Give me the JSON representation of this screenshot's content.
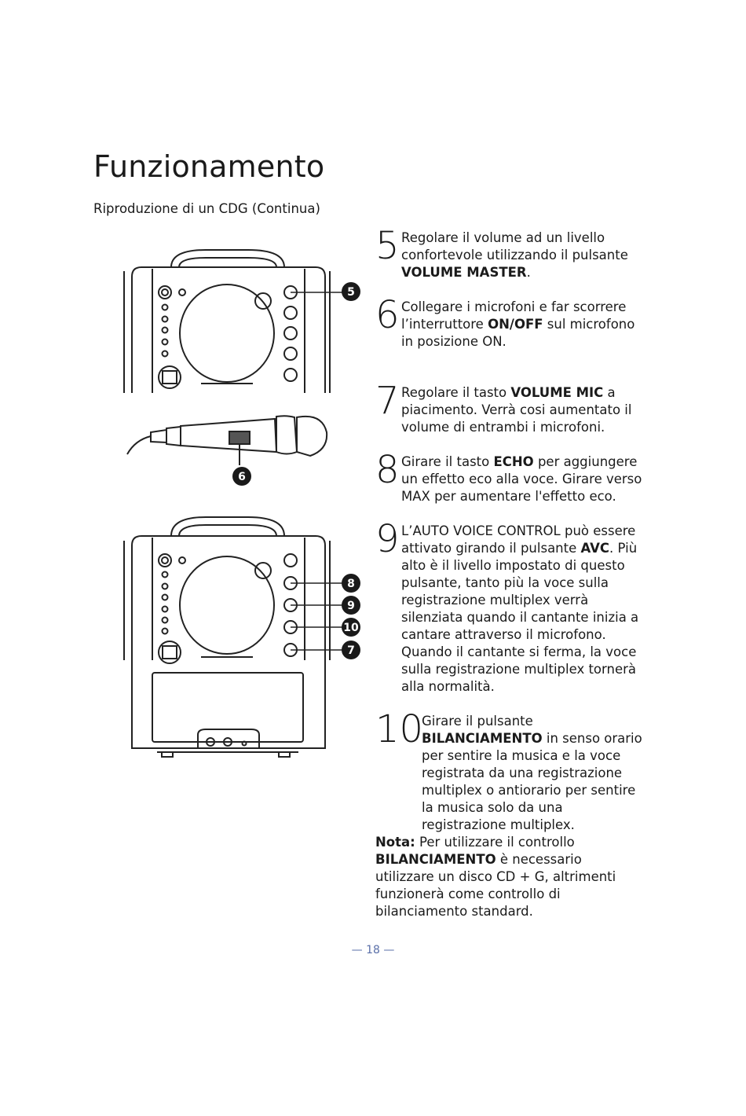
{
  "page": {
    "title": "Funzionamento",
    "subtitle": "Riproduzione di un CDG (Continua)",
    "page_number": "— 18 —"
  },
  "callouts": [
    "5",
    "6",
    "8",
    "9",
    "10",
    "7"
  ],
  "steps": [
    {
      "num": "5",
      "pre": "Regolare il volume ad un livello confortevole utilizzando il pulsante ",
      "bold": "VOLUME MASTER",
      "post": "."
    },
    {
      "num": "6",
      "pre": "Collegare i microfoni e far scorrere l’interruttore ",
      "bold": "ON/OFF",
      "post": " sul microfono in posizione ON."
    },
    {
      "num": "7",
      "pre": "Regolare il tasto ",
      "bold": "VOLUME MIC",
      "post": " a piacimento. Verrà cosi aumentato il volume di entrambi i microfoni."
    },
    {
      "num": "8",
      "pre": "Girare il tasto ",
      "bold": "ECHO",
      "post": " per aggiungere un effetto eco alla voce. Girare verso MAX per aumentare l'effetto eco."
    },
    {
      "num": "9",
      "pre": "L’AUTO VOICE CONTROL può essere attivato girando il pulsante ",
      "bold": "AVC",
      "post": ". Più alto è il livello impostato di questo pulsante, tanto più la voce sulla registrazione multiplex verrà silenziata quando il cantante inizia a cantare attraverso il microfono. Quando il cantante si ferma, la voce sulla registrazione multiplex tornerà alla normalità."
    },
    {
      "num": "10",
      "pre": "Girare il pulsante ",
      "bold": "BILANCIAMENTO",
      "post": " in senso orario per sentire la musica e la voce registrata da una registrazione multiplex o antiorario per sentire la musica solo da una registrazione multiplex."
    }
  ],
  "note": {
    "label": "Nota:",
    "pre": " Per utilizzare il controllo ",
    "bold": "BILANCIAMENTO",
    "post": " è necessario utilizzare un disco CD + G, altrimenti funzionerà come controllo di bilanciamento standard."
  }
}
